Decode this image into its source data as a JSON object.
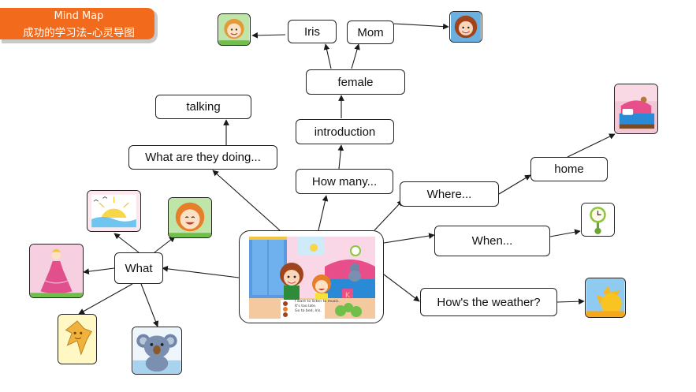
{
  "banner": {
    "line1": "Mind Map",
    "line2": "成功的学习法–心灵导图",
    "color": "#f26a1b"
  },
  "nodes": {
    "iris": "Iris",
    "mom": "Mom",
    "female": "female",
    "introduction": "introduction",
    "how_many": "How many...",
    "talking": "talking",
    "doing": "What are they doing...",
    "where": "Where...",
    "home": "home",
    "when": "When...",
    "weather": "How's the weather?",
    "what": "What"
  },
  "scene_dialogue": [
    "I want to listen to music.",
    "It's too late.",
    "Go to bed, Iris."
  ],
  "colors": {
    "line": "#1a1a1a",
    "border": "#222222"
  }
}
